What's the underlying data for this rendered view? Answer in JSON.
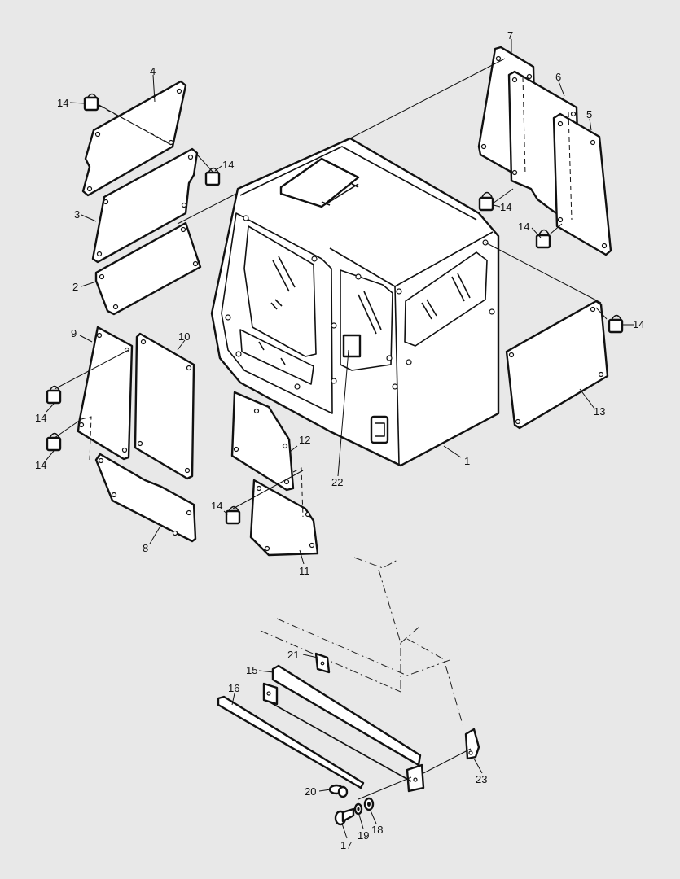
{
  "background": "#e8e8e8",
  "line_color": "#111111",
  "callouts": {
    "c1": "1",
    "c2": "2",
    "c3": "3",
    "c4": "4",
    "c5": "5",
    "c6": "6",
    "c7": "7",
    "c8": "8",
    "c9": "9",
    "c10": "10",
    "c11": "11",
    "c12": "12",
    "c13": "13",
    "c14": "14",
    "c15": "15",
    "c16": "16",
    "c17": "17",
    "c18": "18",
    "c19": "19",
    "c20": "20",
    "c21": "21",
    "c22": "22",
    "c23": "23"
  }
}
